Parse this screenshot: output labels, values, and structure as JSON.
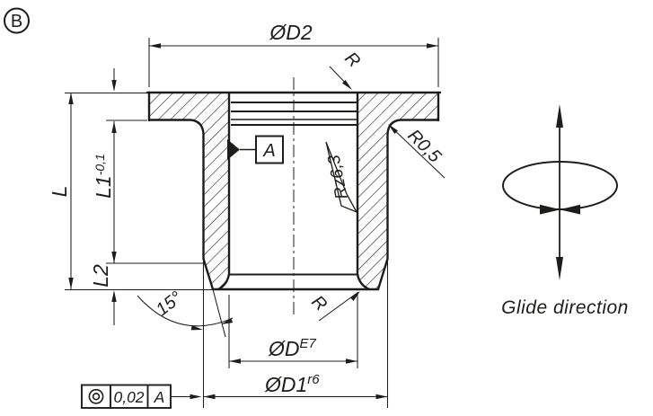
{
  "labels": {
    "view": "B",
    "d2": "ØD2",
    "r_top": "R",
    "r0_5": "R0,5",
    "rz": "Rz6,3",
    "datum": "A",
    "l": "L",
    "l1": "L1",
    "l1_tol": "-0,1",
    "l2": "L2",
    "angle": "15°",
    "r_bottom": "R",
    "d": "ØD",
    "d_tol": "E7",
    "d1": "ØD1",
    "d1_tol": "r6",
    "fcf_symbol": "concentricity",
    "fcf_tol": "0,02",
    "fcf_datum": "A",
    "glide": "Glide direction"
  },
  "colors": {
    "line": "#1d1d1b",
    "background": "#ffffff"
  }
}
